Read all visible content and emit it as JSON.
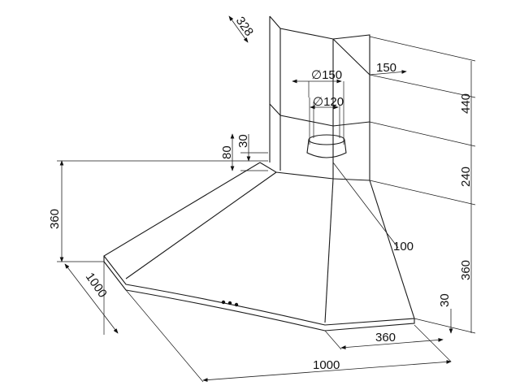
{
  "title": "Chimney range hood corner dimensions",
  "dimensions": {
    "chimney_depth": "328",
    "chimney_side": "150",
    "outlet_outer_diameter": "∅150",
    "outlet_inner_diameter": "∅120",
    "upper_chimney_height": "440",
    "lower_chimney_height": "240",
    "hood_height_right": "360",
    "hood_height_left": "360",
    "collar_height": "80",
    "collar_offset": "30",
    "edge_offset": "100",
    "hood_width_left": "1000",
    "hood_width_bottom": "1000",
    "front_panel_width": "360",
    "rim_height": "30"
  }
}
